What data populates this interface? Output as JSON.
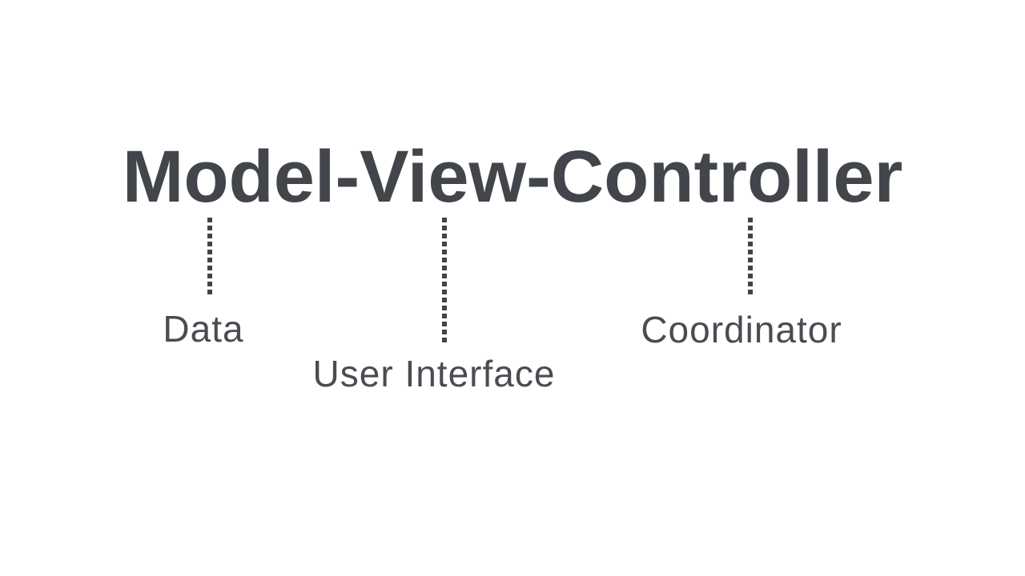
{
  "diagram": {
    "title": "Model-View-Controller",
    "labels": [
      {
        "term": "Model",
        "text": "Data"
      },
      {
        "term": "View",
        "text": "User Interface"
      },
      {
        "term": "Controller",
        "text": "Coordinator"
      }
    ],
    "connectors": [
      {
        "from": "Model",
        "to": "Data",
        "style": "dotted"
      },
      {
        "from": "View",
        "to": "User Interface",
        "style": "dotted"
      },
      {
        "from": "Controller",
        "to": "Coordinator",
        "style": "dotted"
      }
    ],
    "colors": {
      "ink": "#42464b",
      "label_ink": "#494d52",
      "background": "#ffffff"
    }
  }
}
